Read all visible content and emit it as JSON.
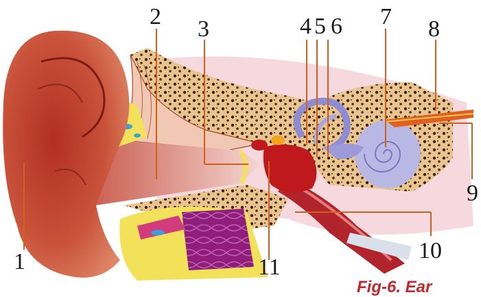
{
  "labels": {
    "n1": "1",
    "n2": "2",
    "n3": "3",
    "n4": "4",
    "n5": "5",
    "n6": "6",
    "n7": "7",
    "n8": "8",
    "n9": "9",
    "n10": "10",
    "n11": "11"
  },
  "caption": "Fig-6. Ear",
  "colors": {
    "skin": "#c4452e",
    "bone": "#e9c48f",
    "canal": "#e6b3a8",
    "ossicles": "#c0191d",
    "cochlea": "#b9b7e3",
    "nerve": "#e0611f",
    "tube": "#b2242b",
    "fat": "#f3e15a",
    "caption": "#c1272d",
    "leader": "#d35f1c"
  }
}
